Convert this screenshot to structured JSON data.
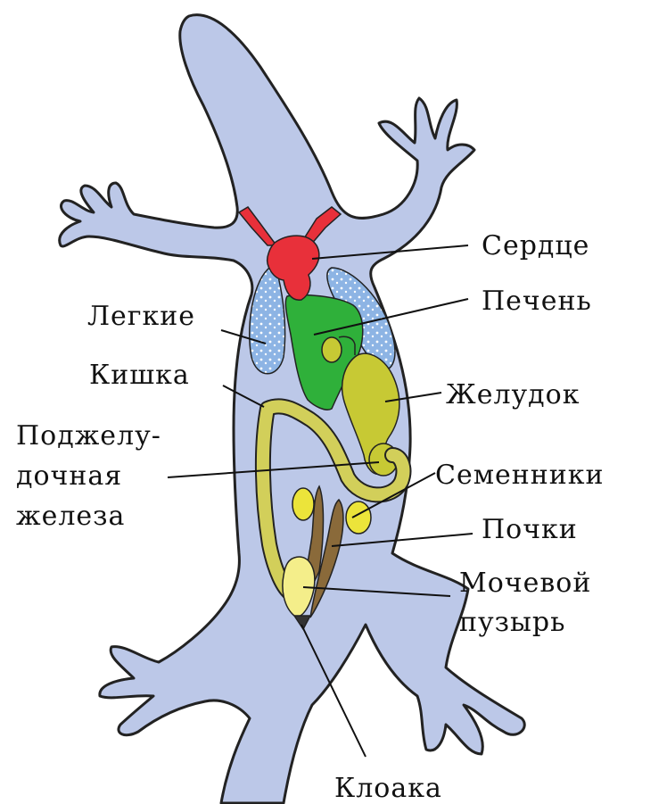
{
  "diagram": {
    "labels": {
      "heart": "Сердце",
      "liver": "Печень",
      "lungs": "Легкие",
      "intestine": "Кишка",
      "stomach": "Желудок",
      "pancreas_line1": "Поджелу-",
      "pancreas_line2": "дочная",
      "pancreas_line3": "железа",
      "testes": "Семенники",
      "kidneys": "Почки",
      "bladder_line1": "Мочевой",
      "bladder_line2": "пузырь",
      "cloaca": "Клоака"
    },
    "colors": {
      "body": "#bcc8e8",
      "outline": "#222222",
      "heart": "#e8303a",
      "lungs": "#8db4e4",
      "liver": "#2fb03a",
      "stomach": "#c7c934",
      "intestine": "#d2cf5a",
      "testes": "#ece43a",
      "kidneys": "#8a6a3a",
      "bladder": "#f4ee8a"
    }
  }
}
